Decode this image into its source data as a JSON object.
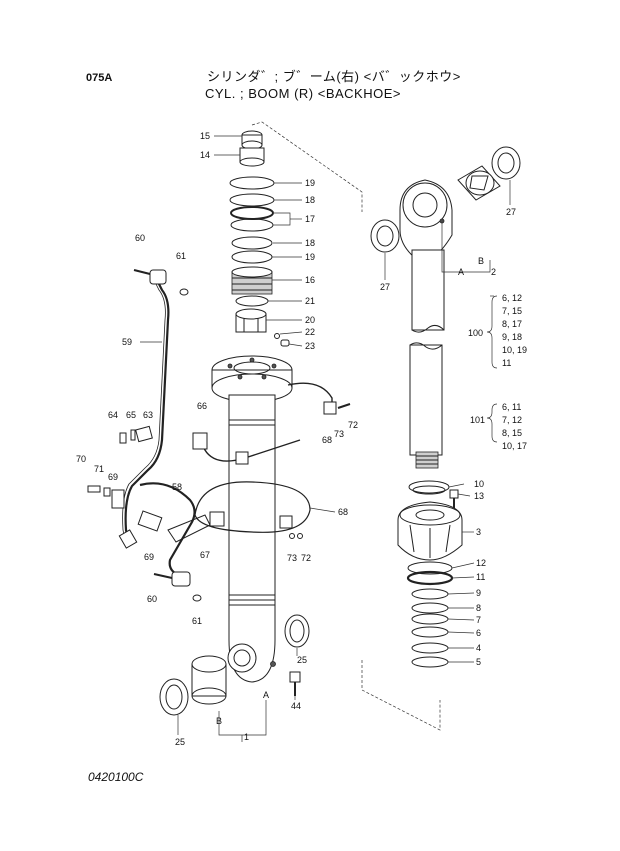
{
  "header": {
    "page_code": "075A",
    "title_jp": "シリンダ゛; ブ゛ーム(右) <バ゛ックホウ>",
    "title_en": "CYL. ; BOOM (R) <BACKHOE>"
  },
  "footer": {
    "doc_code": "0420100C"
  },
  "callouts": {
    "c15": "15",
    "c14": "14",
    "c19a": "19",
    "c18a": "18",
    "c17": "17",
    "c18b": "18",
    "c19b": "19",
    "c16": "16",
    "c21": "21",
    "c20": "20",
    "c22": "22",
    "c23": "23",
    "c60a": "60",
    "c61a": "61",
    "c59": "59",
    "c66": "66",
    "c64": "64",
    "c65": "65",
    "c63": "63",
    "c68a": "68",
    "c73a": "73",
    "c72a": "72",
    "c70": "70",
    "c71": "71",
    "c69a": "69",
    "c58": "58",
    "c68b": "68",
    "c69b": "69",
    "c67": "67",
    "c73b": "73",
    "c72b": "72",
    "c60b": "60",
    "c61b": "61",
    "c25a": "25",
    "c44": "44",
    "cA1": "A",
    "cB1": "B",
    "c1": "1",
    "c25b": "25",
    "c27a": "27",
    "c27b": "27",
    "cB2": "B",
    "cA2": "A",
    "c2": "2",
    "c10": "10",
    "c13": "13",
    "c3": "3",
    "c12": "12",
    "c11": "11",
    "c9": "9",
    "c8": "8",
    "c7": "7",
    "c6": "6",
    "c4": "4",
    "c5": "5"
  },
  "kit_100": {
    "label": "100",
    "items": [
      "6, 12",
      "7, 15",
      "8, 17",
      "9, 18",
      "10, 19",
      "11"
    ]
  },
  "kit_101": {
    "label": "101",
    "items": [
      "6, 11",
      "7, 12",
      "8, 15",
      "10, 17"
    ]
  }
}
